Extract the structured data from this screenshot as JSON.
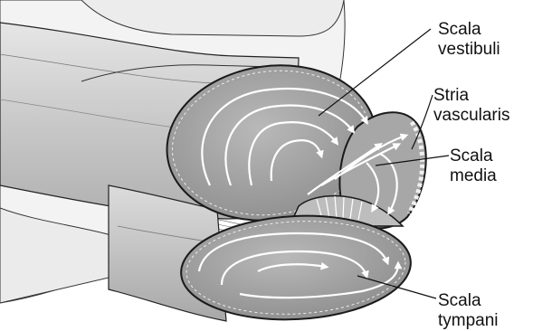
{
  "figure": {
    "labels": [
      {
        "id": "scala-vestibuli",
        "lines": [
          "Scala",
          "vestibuli"
        ]
      },
      {
        "id": "stria-vascularis",
        "lines": [
          "Stria",
          "vascularis"
        ]
      },
      {
        "id": "scala-media",
        "lines": [
          "Scala",
          "media"
        ]
      },
      {
        "id": "scala-tympani",
        "lines": [
          "Scala",
          "tympani"
        ]
      }
    ]
  },
  "colors": {
    "outline": "#1a1a1a",
    "tube_fill": "#d6d6d6",
    "section_fill": "#9c9c9c",
    "flow_arrows": "#ffffff",
    "background": "#ffffff"
  }
}
